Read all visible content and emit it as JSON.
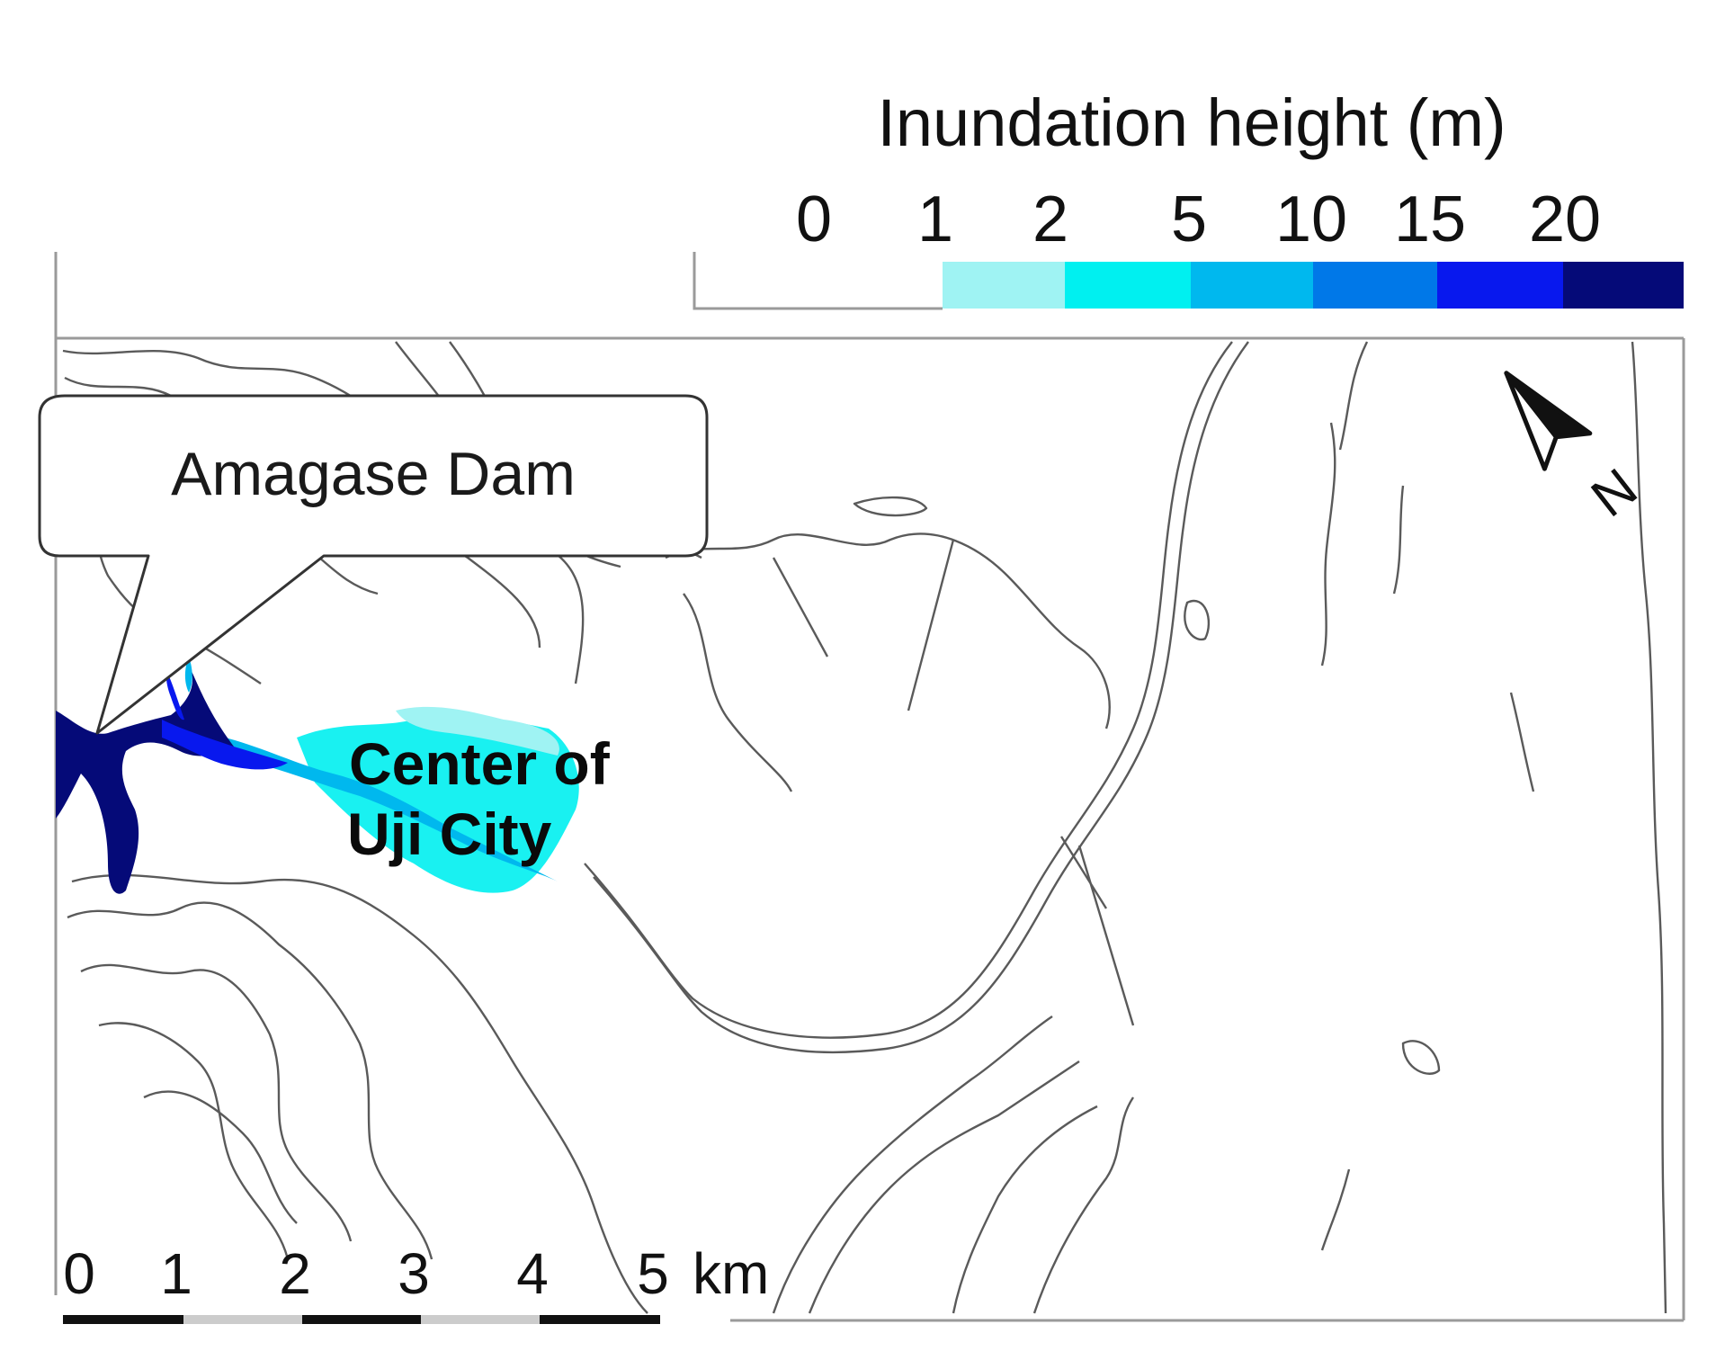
{
  "legend": {
    "title": "Inundation height (m)",
    "tick_labels": [
      "0",
      "1",
      "2",
      "5",
      "10",
      "15",
      "20"
    ],
    "bins": [
      {
        "from": 0,
        "to": 1,
        "color": "#ffffff"
      },
      {
        "from": 1,
        "to": 2,
        "color": "#9ff3f3"
      },
      {
        "from": 2,
        "to": 5,
        "color": "#00f0f0"
      },
      {
        "from": 5,
        "to": 10,
        "color": "#00b8ee"
      },
      {
        "from": 10,
        "to": 15,
        "color": "#0078e8"
      },
      {
        "from": 15,
        "to": 20,
        "color": "#0818ee"
      },
      {
        "from": 20,
        "to": null,
        "color": "#050a78"
      }
    ]
  },
  "labels": {
    "callout": "Amagase Dam",
    "city_line1": "Center of",
    "city_line2": "Uji City"
  },
  "north_arrow": {
    "letter": "N"
  },
  "scale_bar": {
    "tick_labels": [
      "0",
      "1",
      "2",
      "3",
      "4",
      "5"
    ],
    "unit": "km"
  },
  "colors": {
    "contour": "#5a5a5a",
    "frame": "#9a9a9a",
    "inundation_deep": "#050a78",
    "inundation_mid": "#0818ee",
    "inundation_light": "#00f0f0"
  }
}
